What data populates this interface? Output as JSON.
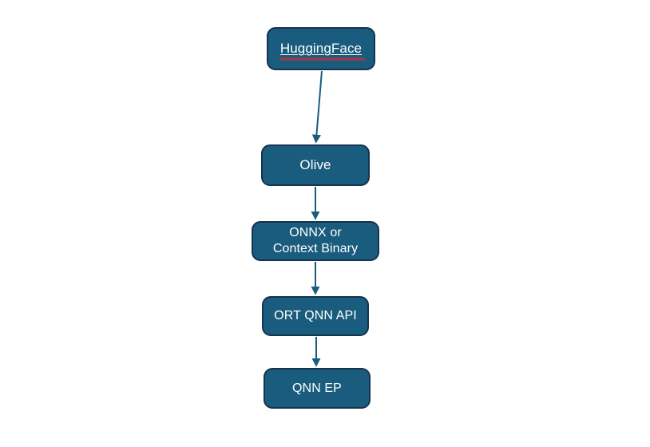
{
  "diagram": {
    "type": "flowchart",
    "orientation": "vertical",
    "colors": {
      "node_fill": "#1a5c7e",
      "node_border": "#16344d",
      "node_text": "#ffffff",
      "connector": "#1a5c7e",
      "spellcheck_squiggle": "#e8232a",
      "background": "#ffffff"
    },
    "nodes": [
      {
        "id": "huggingface",
        "label": "HuggingFace",
        "misspelled": true
      },
      {
        "id": "olive",
        "label": "Olive",
        "misspelled": false
      },
      {
        "id": "onnx",
        "label": "ONNX or\nContext Binary",
        "misspelled": false
      },
      {
        "id": "ort",
        "label": "ORT QNN API",
        "misspelled": false
      },
      {
        "id": "qnnep",
        "label": "QNN EP",
        "misspelled": false
      }
    ],
    "edges": [
      {
        "id": "edge-1",
        "from": "HuggingFace",
        "to": "Olive",
        "arrowhead": "solid-triangle"
      },
      {
        "id": "edge-2",
        "from": "Olive",
        "to": "ONNX or Context Binary",
        "arrowhead": "solid-triangle"
      },
      {
        "id": "edge-3",
        "from": "ONNX or Context Binary",
        "to": "ORT QNN API",
        "arrowhead": "solid-triangle"
      },
      {
        "id": "edge-4",
        "from": "ORT QNN API",
        "to": "QNN EP",
        "arrowhead": "solid-triangle"
      }
    ]
  }
}
